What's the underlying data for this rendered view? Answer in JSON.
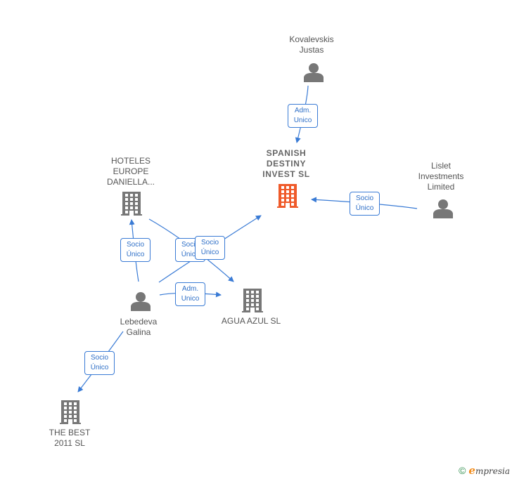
{
  "nodes": [
    {
      "id": "kovalevskis",
      "kind": "person",
      "label": "Kovalevskis\nJustas",
      "primary": false
    },
    {
      "id": "spanish",
      "kind": "company",
      "label": "SPANISH\nDESTINY\nINVEST  SL",
      "primary": true
    },
    {
      "id": "lislet",
      "kind": "person",
      "label": "Lislet\nInvestments\nLimited",
      "primary": false
    },
    {
      "id": "hoteles",
      "kind": "company",
      "label": "HOTELES\nEUROPE\nDANIELLA...",
      "primary": false
    },
    {
      "id": "lebedeva",
      "kind": "person",
      "label": "Lebedeva\nGalina",
      "primary": false
    },
    {
      "id": "agua",
      "kind": "company",
      "label": "AGUA AZUL  SL",
      "primary": false
    },
    {
      "id": "thebest",
      "kind": "company",
      "label": "THE BEST\n2011 SL",
      "primary": false
    }
  ],
  "edges": [
    {
      "from": "kovalevskis",
      "to": "spanish",
      "label": "Adm.\nUnico"
    },
    {
      "from": "lislet",
      "to": "spanish",
      "label": "Socio\nÚnico"
    },
    {
      "from": "lebedeva",
      "to": "hoteles",
      "label": "Socio\nÚnico"
    },
    {
      "from": "hoteles",
      "to": "agua",
      "label": "Socio\nÚnico"
    },
    {
      "from": "lebedeva",
      "to": "spanish",
      "label": "Socio\nÚnico"
    },
    {
      "from": "lebedeva",
      "to": "agua",
      "label": "Adm.\nUnico"
    },
    {
      "from": "lebedeva",
      "to": "thebest",
      "label": "Socio\nÚnico"
    }
  ],
  "colors": {
    "edge": "#3a7bd5",
    "icon": "#777777",
    "primary_icon": "#ef5a2a"
  },
  "footer": {
    "copyright": "©",
    "brand_initial": "e",
    "brand_rest": "mpresia"
  }
}
